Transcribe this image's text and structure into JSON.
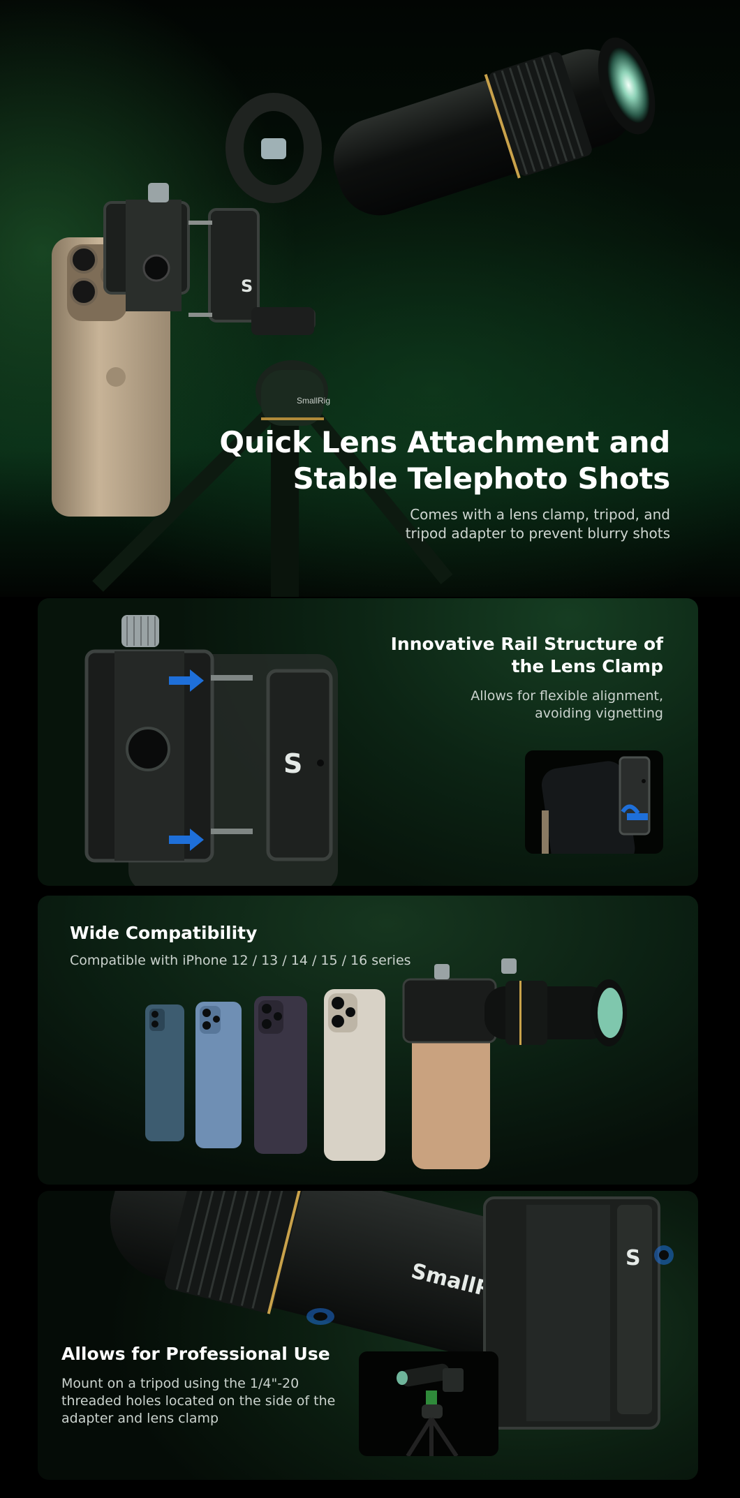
{
  "hero": {
    "title_line1": "Quick Lens Attachment and",
    "title_line2": "Stable Telephoto Shots",
    "subtitle_line1": "Comes with a lens clamp, tripod, and",
    "subtitle_line2": "tripod adapter to prevent blurry shots"
  },
  "features": [
    {
      "title_line1": "Innovative Rail Structure of",
      "title_line2": "the Lens Clamp",
      "text_line1": "Allows for flexible alignment,",
      "text_line2": "avoiding vignetting"
    },
    {
      "title": "Wide Compatibility",
      "text": "Compatible with iPhone 12 / 13 / 14 / 15 / 16 series"
    },
    {
      "title": "Allows for Professional Use",
      "text_line1": "Mount on a tripod using the 1/4\"-20",
      "text_line2": "threaded holes located on the side of the",
      "text_line3": "adapter and lens clamp"
    }
  ],
  "brand": {
    "logo_text": "SmallRig"
  },
  "colors": {
    "accent_green": "#1f5a2c",
    "arrow_blue": "#1e6fd9",
    "gold_ring": "#c9a24b"
  }
}
